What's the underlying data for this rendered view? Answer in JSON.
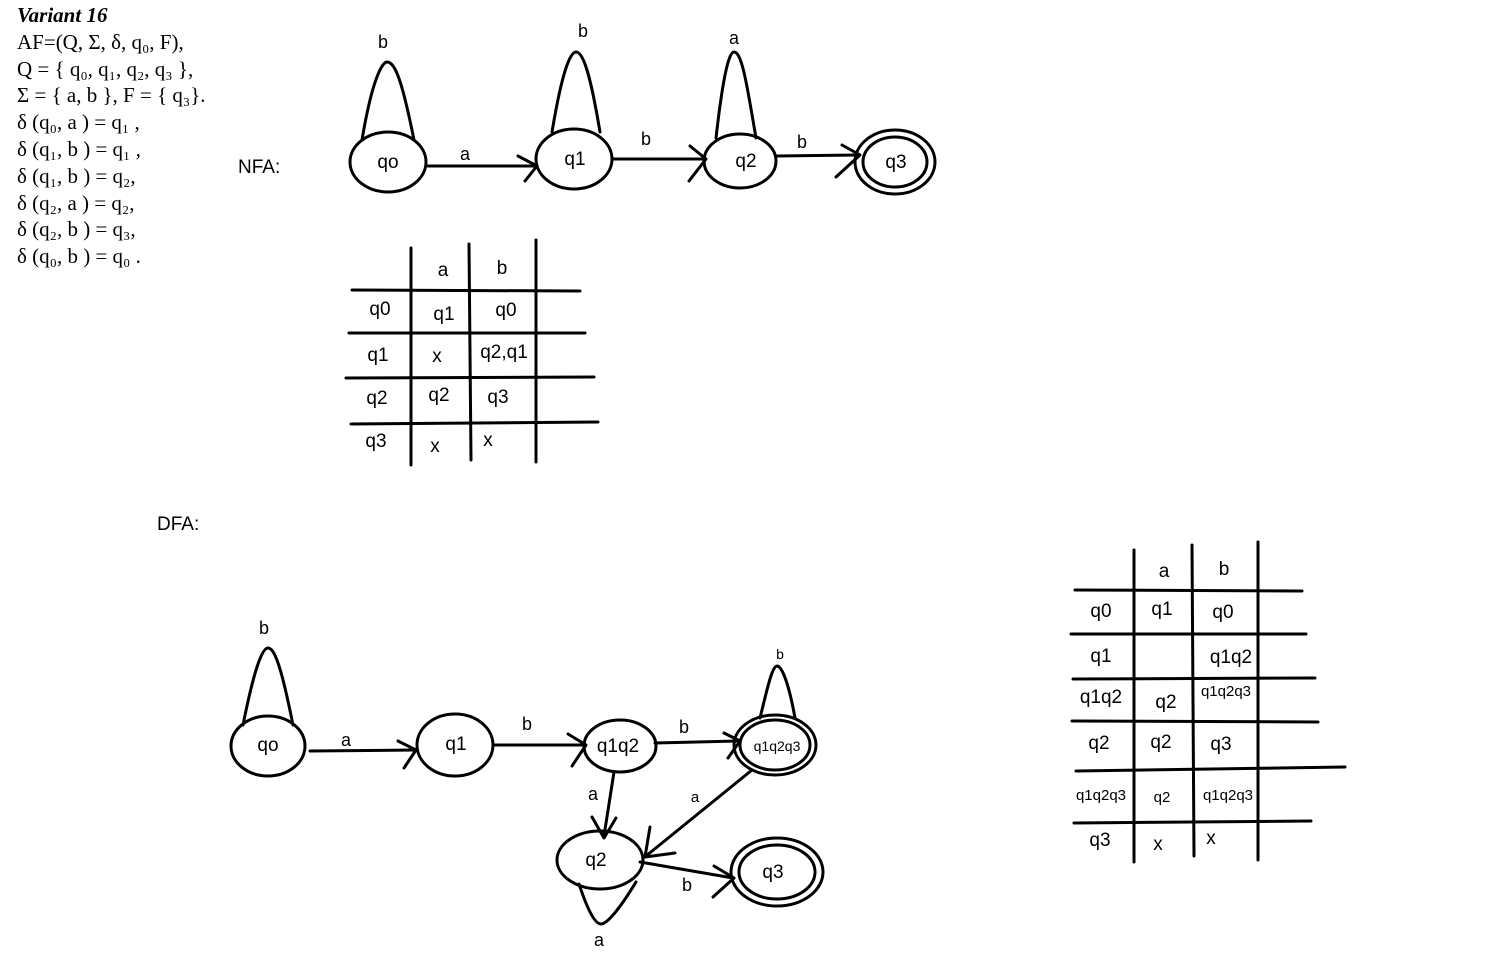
{
  "spec": {
    "title": "Variant 16",
    "lines": [
      "AF=(Q, Σ, δ, q₀, F),",
      "Q = { q₀, q₁, q₂, q₃ },",
      "Σ = { a, b }, F = { q₃}.",
      "δ (q₀, a ) = q₁  ,",
      "δ (q₁, b ) = q₁ ,",
      "δ (q₁, b ) = q₂,",
      "δ (q₂, a ) = q₂,",
      "δ (q₂, b ) = q₃,",
      "δ (q₀, b ) = q₀ ."
    ]
  },
  "nfa": {
    "label": "NFA:",
    "states": [
      "qo",
      "q1",
      "q2",
      "q3"
    ],
    "transitions": [
      {
        "from": "qo",
        "to": "qo",
        "symbol": "b"
      },
      {
        "from": "qo",
        "to": "q1",
        "symbol": "a"
      },
      {
        "from": "q1",
        "to": "q1",
        "symbol": "b"
      },
      {
        "from": "q1",
        "to": "q2",
        "symbol": "b"
      },
      {
        "from": "q2",
        "to": "q2",
        "symbol": "a"
      },
      {
        "from": "q2",
        "to": "q3",
        "symbol": "b"
      }
    ],
    "table": {
      "headers": [
        "a",
        "b"
      ],
      "rows": [
        {
          "state": "q0",
          "a": "q1",
          "b": "q0"
        },
        {
          "state": "q1",
          "a": "x",
          "b": "q2,q1"
        },
        {
          "state": "q2",
          "a": "q2",
          "b": "q3"
        },
        {
          "state": "q3",
          "a": "x",
          "b": "x"
        }
      ]
    }
  },
  "dfa": {
    "label": "DFA:",
    "states": [
      "qo",
      "q1",
      "q1q2",
      "q1q2q3",
      "q2",
      "q3"
    ],
    "transitions": [
      {
        "from": "qo",
        "to": "qo",
        "symbol": "b"
      },
      {
        "from": "qo",
        "to": "q1",
        "symbol": "a"
      },
      {
        "from": "q1",
        "to": "q1q2",
        "symbol": "b"
      },
      {
        "from": "q1q2",
        "to": "q1q2q3",
        "symbol": "b"
      },
      {
        "from": "q1q2q3",
        "to": "q1q2q3",
        "symbol": "b"
      },
      {
        "from": "q1q2",
        "to": "q2",
        "symbol": "a"
      },
      {
        "from": "q1q2q3",
        "to": "q2",
        "symbol": "a"
      },
      {
        "from": "q2",
        "to": "q2",
        "symbol": "a"
      },
      {
        "from": "q2",
        "to": "q3",
        "symbol": "b"
      }
    ],
    "table": {
      "headers": [
        "a",
        "b"
      ],
      "rows": [
        {
          "state": "q0",
          "a": "q1",
          "b": "q0"
        },
        {
          "state": "q1",
          "a": "",
          "b": "q1q2"
        },
        {
          "state": "q1q2",
          "a": "q2",
          "b": "q1q2q3"
        },
        {
          "state": "q2",
          "a": "q2",
          "b": "q3"
        },
        {
          "state": "q1q2q3",
          "a": "q2",
          "b": "q1q2q3"
        },
        {
          "state": "q3",
          "a": "x",
          "b": "x"
        }
      ]
    }
  }
}
